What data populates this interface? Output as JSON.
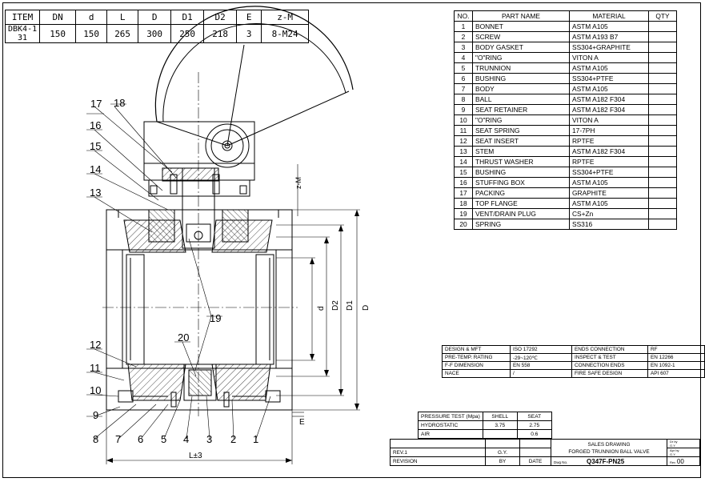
{
  "spec_table": {
    "headers": [
      "ITEM",
      "DN",
      "d",
      "L",
      "D",
      "D1",
      "D2",
      "E",
      "z-M"
    ],
    "row": {
      "item_line1": "DBK4-1",
      "item_line2": "31",
      "dn": "150",
      "d": "150",
      "l": "265",
      "D": "300",
      "d1": "250",
      "d2": "218",
      "e": "3",
      "zm": "8-M24"
    }
  },
  "parts_table": {
    "headers": [
      "NO.",
      "PART NAME",
      "MATERIAL",
      "QTY"
    ],
    "rows": [
      {
        "no": "1",
        "name": "BONNET",
        "material": "ASTM A105"
      },
      {
        "no": "2",
        "name": "SCREW",
        "material": "ASTM A193 B7"
      },
      {
        "no": "3",
        "name": "BODY GASKET",
        "material": "SS304+GRAPHITE"
      },
      {
        "no": "4",
        "name": "\"O\"RING",
        "material": "VITON A"
      },
      {
        "no": "5",
        "name": "TRUNNION",
        "material": "ASTM A105"
      },
      {
        "no": "6",
        "name": "BUSHING",
        "material": "SS304+PTFE"
      },
      {
        "no": "7",
        "name": "BODY",
        "material": "ASTM A105"
      },
      {
        "no": "8",
        "name": "BALL",
        "material": "ASTM A182 F304"
      },
      {
        "no": "9",
        "name": "SEAT RETAINER",
        "material": "ASTM A182 F304"
      },
      {
        "no": "10",
        "name": "\"O\"RING",
        "material": "VITON A"
      },
      {
        "no": "11",
        "name": "SEAT SPRING",
        "material": "17-7PH"
      },
      {
        "no": "12",
        "name": "SEAT INSERT",
        "material": "RPTFE"
      },
      {
        "no": "13",
        "name": "STEM",
        "material": "ASTM A182 F304"
      },
      {
        "no": "14",
        "name": "THRUST WASHER",
        "material": "RPTFE"
      },
      {
        "no": "15",
        "name": "BUSHING",
        "material": "SS304+PTFE"
      },
      {
        "no": "16",
        "name": "STUFFING BOX",
        "material": "ASTM A105"
      },
      {
        "no": "17",
        "name": "PACKING",
        "material": "GRAPHITE"
      },
      {
        "no": "18",
        "name": "TOP FLANGE",
        "material": "ASTM A105"
      },
      {
        "no": "19",
        "name": "VENT/DRAIN PLUG",
        "material": "CS+Zn"
      },
      {
        "no": "20",
        "name": "SPRING",
        "material": "SS316"
      }
    ]
  },
  "design_properties": [
    {
      "label": "DESIGN & MFT",
      "value": "ISO 17292",
      "label2": "ENDS CONNECTION",
      "value2": "RF"
    },
    {
      "label": "PRE-TEMP. RATING",
      "value": "-29~120℃",
      "label2": "INSPECT & TEST",
      "value2": "EN 12266"
    },
    {
      "label": "F-F DIMENSION",
      "value": "EN 558",
      "label2": "CONNECTION ENDS",
      "value2": "EN 1092-1"
    },
    {
      "label": "NACE",
      "value": "/",
      "label2": "FIRE SAFE DESIGN",
      "value2": "API 607"
    }
  ],
  "pressure_test": {
    "header_label": "PRESSURE TEST (Mpa)",
    "header_shell": "SHELL",
    "header_seat": "SEAT",
    "rows": [
      {
        "label": "HYDROSTATIC",
        "shell": "3.75",
        "seat": "2.75"
      },
      {
        "label": "AIR",
        "shell": "",
        "seat": "0.6"
      }
    ]
  },
  "title_block": {
    "sales_drawing": "SALES DRAWING",
    "product_name": "FORGED TRUNNION BALL VALVE",
    "dr_by": "Dr by",
    "dr_name": "G.Y.",
    "app_by": "Apr by",
    "app_name": "G.Y.",
    "rev": "REV.1",
    "gy": "G.Y.",
    "revision": "REVISION",
    "by": "BY",
    "date": "DATE",
    "dwg_no_label": "Dwg No.",
    "dwg_no": "Q347F-PN25",
    "rev_label": "Rev",
    "rev_value": "00"
  },
  "callouts": {
    "1": "1",
    "2": "2",
    "3": "3",
    "4": "4",
    "5": "5",
    "6": "6",
    "7": "7",
    "8": "8",
    "9": "9",
    "10": "10",
    "11": "11",
    "12": "12",
    "13": "13",
    "14": "14",
    "15": "15",
    "16": "16",
    "17": "17",
    "18": "18",
    "19": "19",
    "20": "20"
  },
  "dimension_labels": {
    "D": "D",
    "D1": "D1",
    "D2": "D2",
    "d": "d",
    "zm": "z-M",
    "L": "L±3",
    "E": "E"
  }
}
